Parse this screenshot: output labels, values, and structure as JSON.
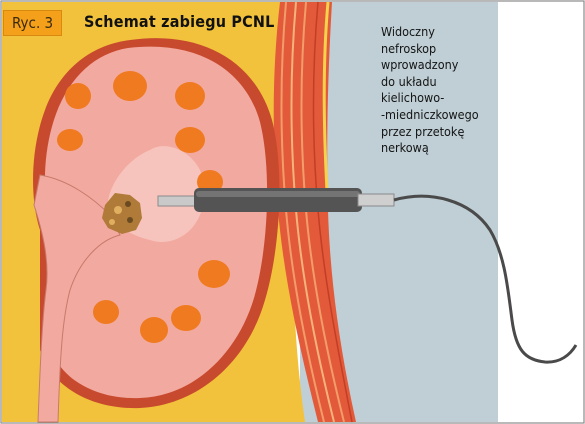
{
  "figure": {
    "tag": "Ryc. 3",
    "title": "Schemat zabiegu PCNL",
    "caption_lines": [
      "Widoczny",
      "nefroskop",
      "wprowadzony",
      "do układu",
      "kielichowo-",
      "-miedniczkowego",
      "przez przetokę",
      "nerkową"
    ]
  },
  "colors": {
    "tag_bg": "#f4a01a",
    "fat": "#f2c23c",
    "kidney": "#f2a9a0",
    "calyx": "#f07a1f",
    "skin_panel": "#bfcfd5"
  }
}
